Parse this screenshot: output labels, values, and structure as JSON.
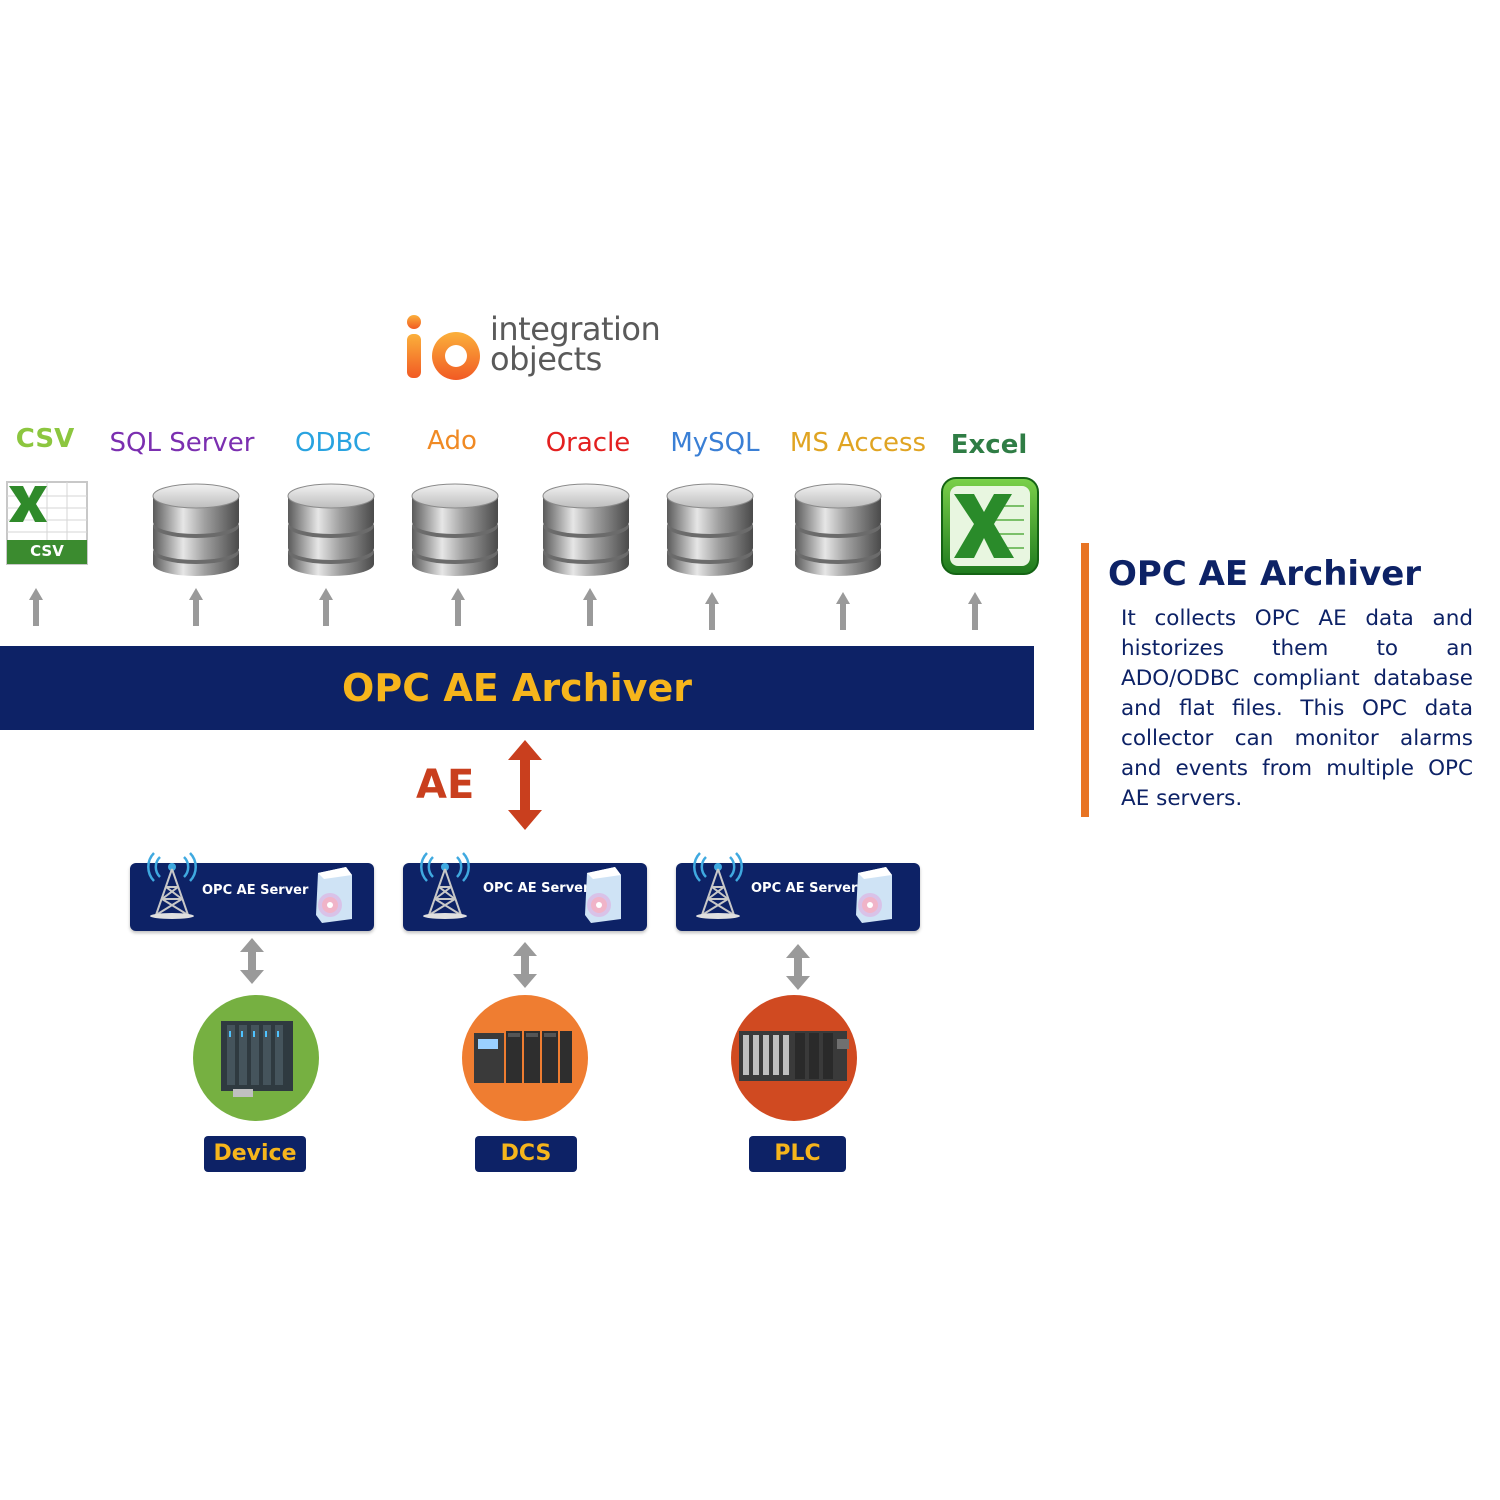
{
  "logo": {
    "line1": "integration",
    "line2": "objects",
    "brand_orange": "#f39c12"
  },
  "targets": [
    {
      "label": "CSV",
      "color": "#8cc63f",
      "icon": "csv-file-icon"
    },
    {
      "label": "SQL Server",
      "color": "#7b2fb0",
      "icon": "database-icon"
    },
    {
      "label": "ODBC",
      "color": "#29a3e0",
      "icon": "database-icon"
    },
    {
      "label": "Ado",
      "color": "#f08a24",
      "icon": "database-icon"
    },
    {
      "label": "Oracle",
      "color": "#e32020",
      "icon": "database-icon"
    },
    {
      "label": "MySQL",
      "color": "#3a7fd5",
      "icon": "database-icon"
    },
    {
      "label": "MS Access",
      "color": "#e0a422",
      "icon": "database-icon"
    },
    {
      "label": "Excel",
      "color": "#2f7d45",
      "icon": "excel-icon"
    }
  ],
  "csv_icon_label": "CSV",
  "main_bar": {
    "label": "OPC AE Archiver",
    "bg": "#0d2266",
    "text_color": "#f6b51c"
  },
  "ae_label": "AE",
  "servers": [
    {
      "label": "OPC AE Server"
    },
    {
      "label": "OPC AE Server"
    },
    {
      "label": "OPC AE Server"
    }
  ],
  "devices": [
    {
      "label": "Device",
      "color": "#76b041"
    },
    {
      "label": "DCS",
      "color": "#ef7d31"
    },
    {
      "label": "PLC",
      "color": "#d04a21"
    }
  ],
  "side_panel": {
    "title": "OPC AE Archiver",
    "description": "It collects OPC AE data and historizes them to an ADO/ODBC compliant database and flat files. This OPC data collector can monitor alarms and events from multiple OPC AE servers.",
    "accent": "#e87424"
  }
}
